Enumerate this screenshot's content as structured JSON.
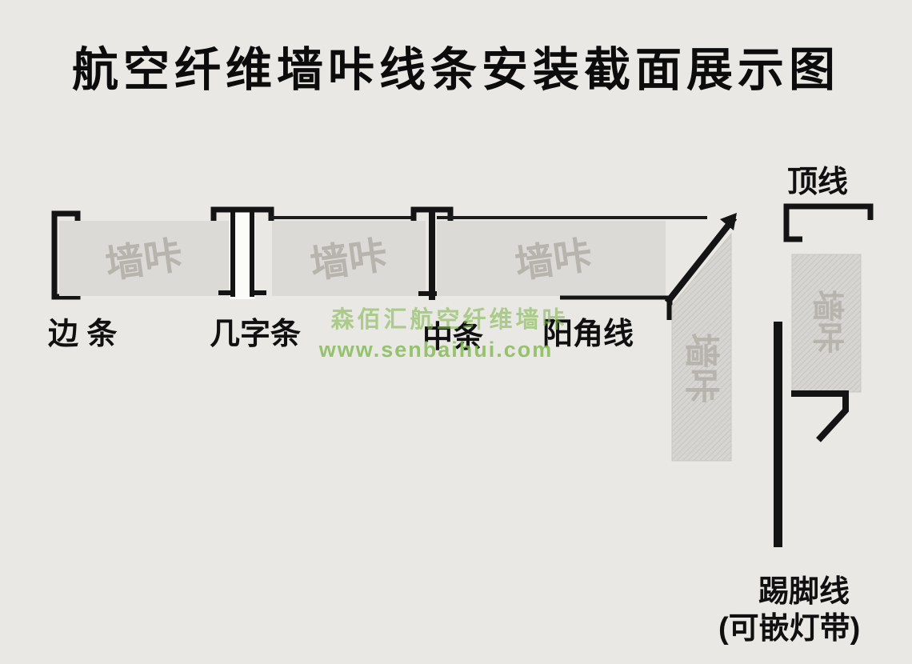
{
  "title": "航空纤维墙咔线条安装截面展示图",
  "panel_watermark": "墙咔",
  "labels": {
    "edge_strip": "边 条",
    "ji_strip": "几字条",
    "middle_strip": "中条",
    "outer_corner": "阳角线",
    "crown_line": "顶线",
    "skirting_line": "踢脚线",
    "skirting_note": "(可嵌灯带)"
  },
  "watermark": {
    "brand": "森佰汇航空纤维墙咔",
    "url": "www.senbaihui.com"
  },
  "colors": {
    "background": "#e9e8e5",
    "panel_fill": "#dcdad6",
    "panel_text": "#b7b4ae",
    "line_black": "#141414",
    "watermark_green": "#82ba52",
    "gap_white": "#fbfbfa"
  }
}
